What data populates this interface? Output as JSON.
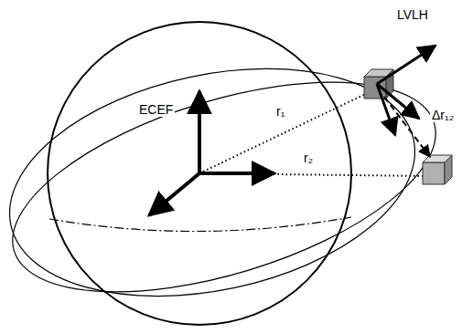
{
  "diagram": {
    "labels": [
      "LVLH",
      "ECEF",
      "r₁",
      "r₂",
      "Δr₁₂"
    ]
  }
}
